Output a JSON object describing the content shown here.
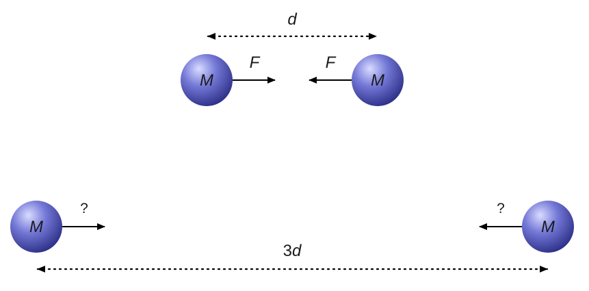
{
  "top_scenario": {
    "distance_label": "d",
    "left_mass": {
      "label": "M"
    },
    "right_mass": {
      "label": "M"
    },
    "left_force": {
      "label": "F"
    },
    "right_force": {
      "label": "F"
    }
  },
  "bottom_scenario": {
    "distance_label_number": "3",
    "distance_label_var": "d",
    "left_mass": {
      "label": "M"
    },
    "right_mass": {
      "label": "M"
    },
    "left_force": {
      "label": "?"
    },
    "right_force": {
      "label": "?"
    }
  },
  "colors": {
    "sphere_highlight": "#d9dcff",
    "sphere_mid": "#7478d6",
    "sphere_dark": "#2c2f86"
  }
}
